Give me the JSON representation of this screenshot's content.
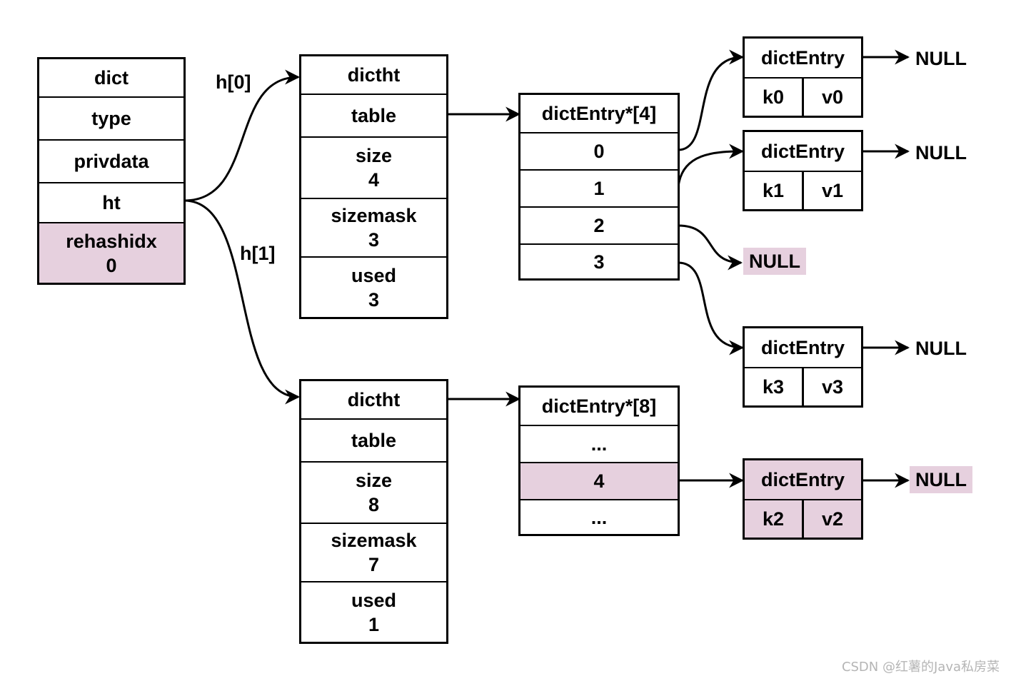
{
  "dict": {
    "title": "dict",
    "fields": [
      "type",
      "privdata",
      "ht"
    ],
    "rehashidx_label": "rehashidx",
    "rehashidx_value": "0"
  },
  "pointers": {
    "h0": "h[0]",
    "h1": "h[1]"
  },
  "ht0": {
    "title": "dictht",
    "table": "table",
    "size_label": "size",
    "size_value": "4",
    "sizemask_label": "sizemask",
    "sizemask_value": "3",
    "used_label": "used",
    "used_value": "3"
  },
  "ht1": {
    "title": "dictht",
    "table": "table",
    "size_label": "size",
    "size_value": "8",
    "sizemask_label": "sizemask",
    "sizemask_value": "7",
    "used_label": "used",
    "used_value": "1"
  },
  "array0": {
    "title": "dictEntry*[4]",
    "slots": [
      "0",
      "1",
      "2",
      "3"
    ]
  },
  "array1": {
    "title": "dictEntry*[8]",
    "slots": [
      "...",
      "4",
      "..."
    ]
  },
  "entries": [
    {
      "title": "dictEntry",
      "key": "k0",
      "value": "v0"
    },
    {
      "title": "dictEntry",
      "key": "k1",
      "value": "v1"
    },
    {
      "title": "dictEntry",
      "key": "k3",
      "value": "v3"
    },
    {
      "title": "dictEntry",
      "key": "k2",
      "value": "v2"
    }
  ],
  "null_text": "NULL",
  "watermark": "CSDN @红薯的Java私房菜",
  "colors": {
    "highlight": "#e6d0de",
    "stroke": "#000000"
  }
}
